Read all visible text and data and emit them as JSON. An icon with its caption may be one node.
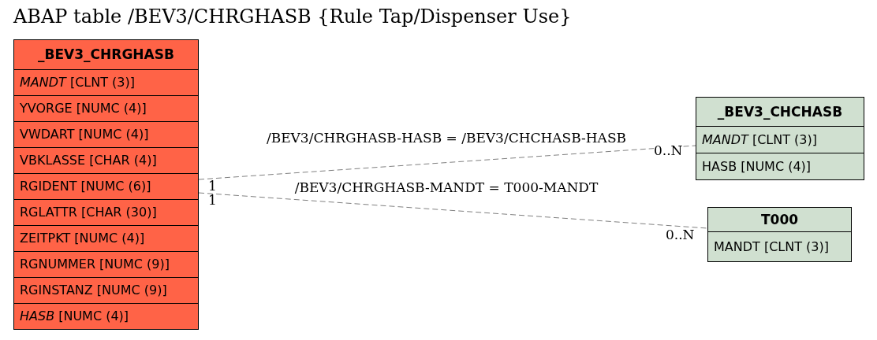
{
  "diagram": {
    "title": "ABAP table /BEV3/CHRGHASB {Rule Tap/Dispenser Use}",
    "nodes": [
      {
        "text": [
          "_BEV3_CHRGHASB"
        ]
      },
      {
        "text": [
          "*MANDT* [CLNT (3)]"
        ],
        "in": 0
      },
      {
        "text": [
          "YVORGE [NUMC (4)]"
        ],
        "in": 0
      },
      {
        "text": [
          "VWDART [NUMC (4)]"
        ],
        "in": 0
      },
      {
        "text": [
          "VBKLASSE [CHAR (4)]"
        ],
        "in": 0
      },
      {
        "text": [
          "RGIDENT [NUMC (6)]"
        ],
        "in": 0
      },
      {
        "text": [
          "RGLATTR [CHAR (30)]"
        ],
        "in": 0
      },
      {
        "text": [
          "ZEITPKT [NUMC (4)]"
        ],
        "in": 0
      },
      {
        "text": [
          "RGNUMMER [NUMC (9)]"
        ],
        "in": 0
      },
      {
        "text": [
          "RGINSTANZ [NUMC (9)]"
        ],
        "in": 0
      },
      {
        "text": [
          "*HASB* [NUMC (4)]"
        ],
        "in": 0
      },
      {
        "text": [
          "_BEV3_CHCHASB"
        ]
      },
      {
        "text": [
          "*MANDT* [CLNT (3)]"
        ],
        "in": 11
      },
      {
        "text": [
          "HASB [NUMC (4)]"
        ],
        "in": 11
      },
      {
        "text": [
          "T000"
        ]
      },
      {
        "text": [
          "MANDT [CLNT (3)]"
        ],
        "in": 14
      }
    ],
    "edges": [
      {
        "from": 0,
        "to": 11,
        "arrow": "none",
        "label": "/BEV3/CHRGHASB-HASB = /BEV3/CHCHASB-HASB",
        "style": "dashed"
      },
      {
        "from": 0,
        "to": 14,
        "arrow": "none",
        "label": "/BEV3/CHRGHASB-MANDT = T000-MANDT",
        "style": "dashed"
      }
    ],
    "labels": [
      "0..N",
      "1",
      "1",
      "0..N"
    ]
  }
}
